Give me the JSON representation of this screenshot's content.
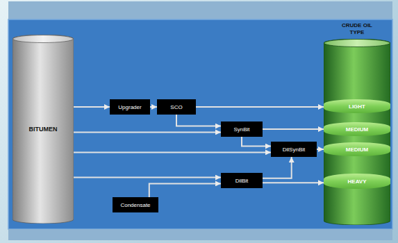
{
  "diagram": {
    "nodes": [
      {
        "text": [
          "BITUMEN"
        ]
      },
      {
        "text": [
          "Upgrader"
        ]
      },
      {
        "text": [
          "SCO"
        ]
      },
      {
        "text": [
          "SynBit"
        ]
      },
      {
        "text": [
          "DilSynBit"
        ]
      },
      {
        "text": [
          "DilBit"
        ]
      },
      {
        "text": [
          "Condensate"
        ]
      },
      {
        "text": [
          "CRUDE OIL TYPE"
        ]
      },
      {
        "text": [
          "LIGHT"
        ],
        "in": 7
      },
      {
        "text": [
          "MEDIUM"
        ],
        "in": 7
      },
      {
        "text": [
          "MEDIUM"
        ],
        "in": 7
      },
      {
        "text": [
          "HEAVY"
        ],
        "in": 7
      }
    ],
    "edges": [
      {
        "from": 0,
        "to": 1,
        "arrow": "to"
      },
      {
        "from": 1,
        "to": 2,
        "arrow": "to"
      },
      {
        "from": 2,
        "to": 8,
        "arrow": "to"
      },
      {
        "from": 2,
        "to": 3,
        "arrow": "to"
      },
      {
        "from": 0,
        "to": 3,
        "arrow": "to"
      },
      {
        "from": 3,
        "to": 9,
        "arrow": "to"
      },
      {
        "from": 3,
        "to": 4,
        "arrow": "to"
      },
      {
        "from": 0,
        "to": 4,
        "arrow": "to"
      },
      {
        "from": 4,
        "to": 10,
        "arrow": "to"
      },
      {
        "from": 0,
        "to": 5,
        "arrow": "to"
      },
      {
        "from": 6,
        "to": 5,
        "arrow": "to"
      },
      {
        "from": 5,
        "to": 4,
        "arrow": "to"
      },
      {
        "from": 5,
        "to": 11,
        "arrow": "to"
      }
    ]
  }
}
